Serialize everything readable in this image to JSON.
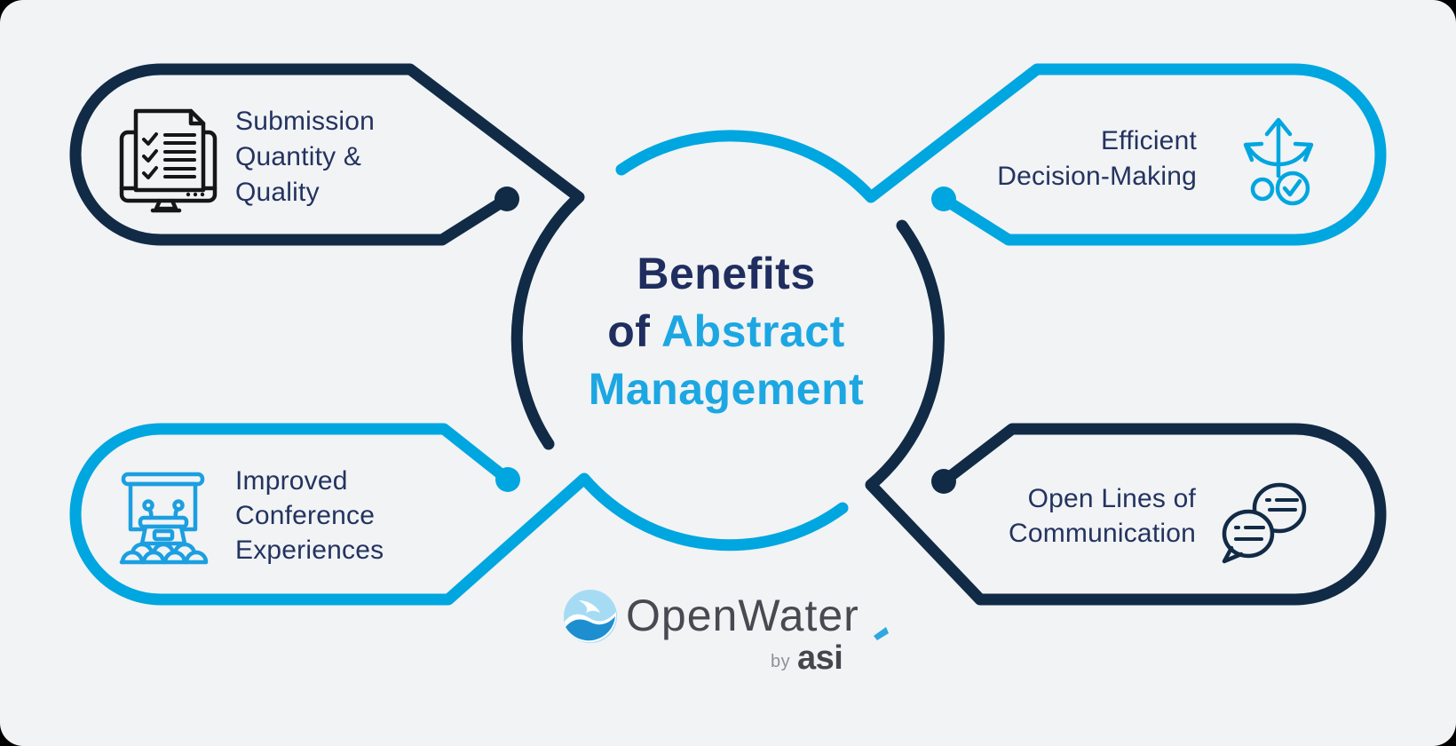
{
  "colors": {
    "background": "#F1F3F5",
    "navy": "#112B46",
    "blue": "#00A6DF",
    "label_text": "#24335F",
    "title_navy": "#1F2E5E",
    "title_blue": "#1CA7E2",
    "logo_gray": "#474B51",
    "logo_by_gray": "#8D9196",
    "logo_asi": "#43474D",
    "logo_accent": "#2EA8DF"
  },
  "center": {
    "line1": "Benefits",
    "line2_prefix": "of ",
    "line2_accent": "Abstract",
    "line3": "Management"
  },
  "cards": [
    {
      "id": "submission",
      "position": "top-left",
      "accent": "navy",
      "icon": "checklist-monitor-icon",
      "label": "Submission\nQuantity &\nQuality"
    },
    {
      "id": "decision",
      "position": "top-right",
      "accent": "blue",
      "icon": "decision-arrows-icon",
      "label": "Efficient\nDecision-Making"
    },
    {
      "id": "conference",
      "position": "bottom-left",
      "accent": "blue",
      "icon": "presentation-icon",
      "label": "Improved\nConference\nExperiences"
    },
    {
      "id": "communication",
      "position": "bottom-right",
      "accent": "navy",
      "icon": "speech-bubbles-icon",
      "label": "Open Lines of\nCommunication"
    }
  ],
  "logo": {
    "name": "OpenWater",
    "by": "by",
    "brand": "asi"
  }
}
